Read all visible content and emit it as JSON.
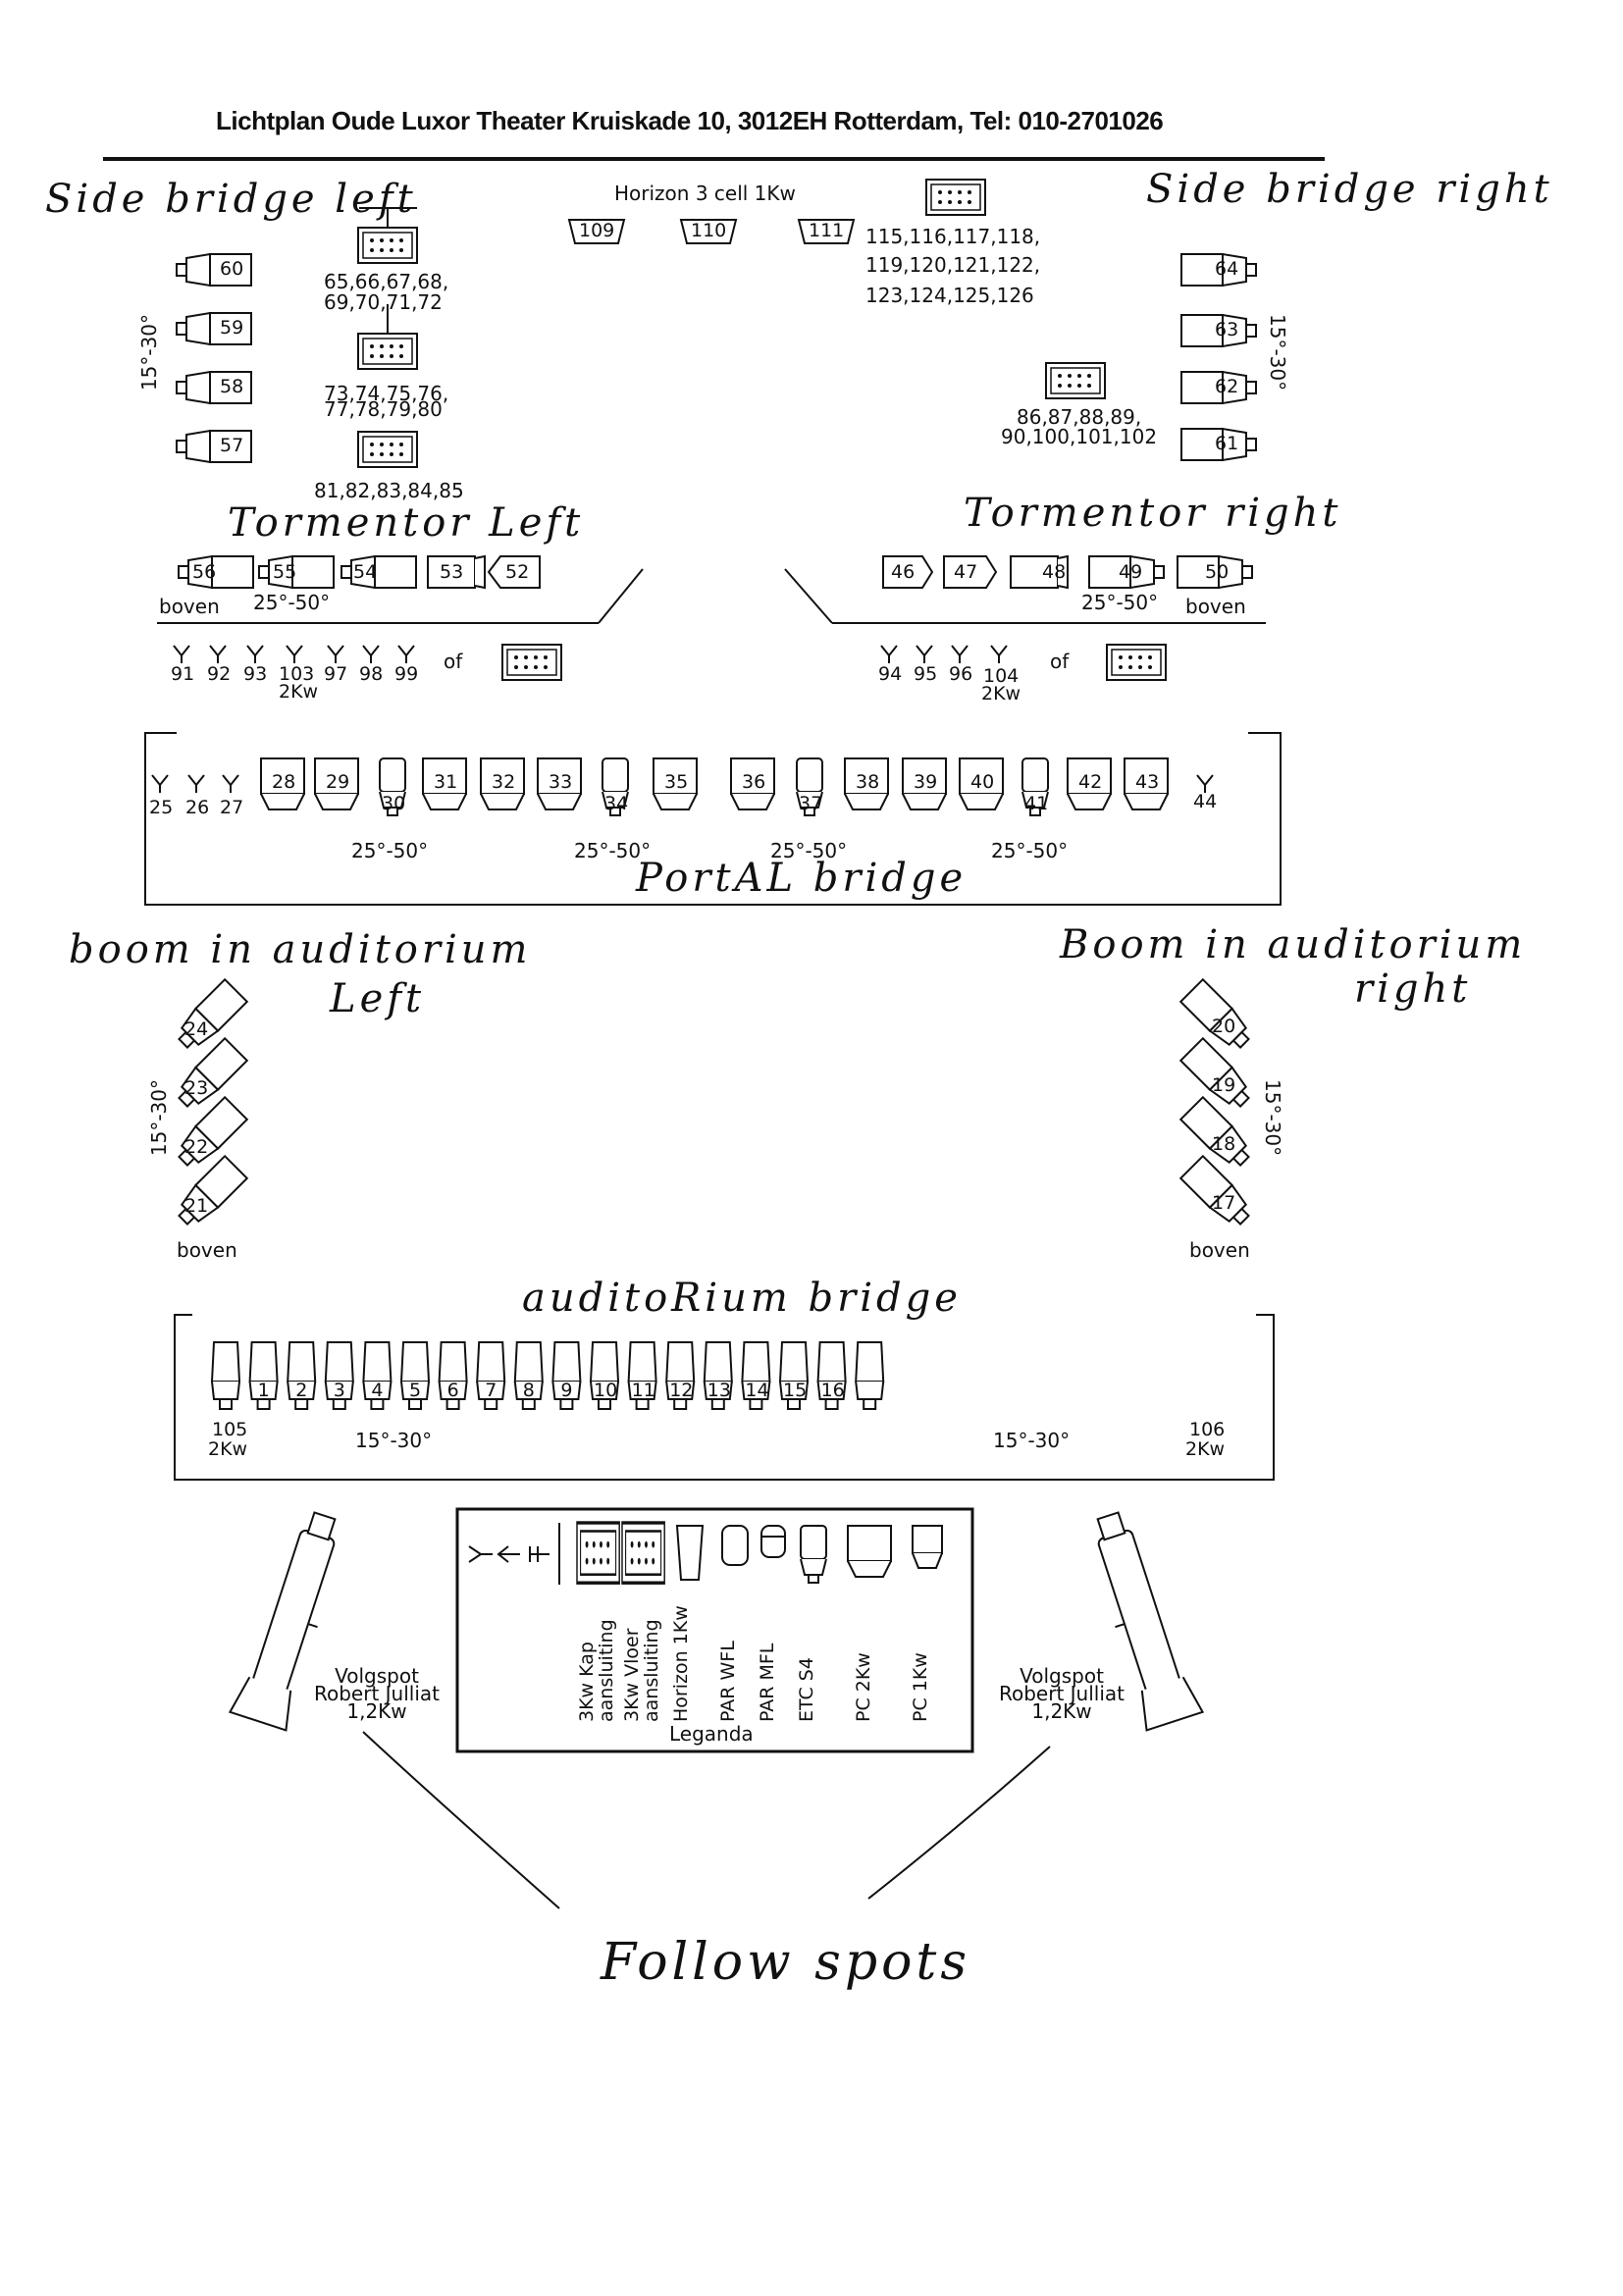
{
  "header": {
    "title": "Lichtplan Oude Luxor Theater Kruiskade 10, 3012EH Rotterdam, Tel: 010-2701026"
  },
  "sections": {
    "side_left": "Side bridge left",
    "side_right": "Side bridge right",
    "tormentor_left": "Tormentor Left",
    "tormentor_right": "Tormentor right",
    "portal": "PortAL bridge",
    "boom_left_1": "boom in auditorium",
    "boom_left_2": "Left",
    "boom_right_1": "Boom in auditorium",
    "boom_right_2": "right",
    "auditorium_bridge": "auditoRium bridge",
    "follow_spots": "Follow spots"
  },
  "horizon": {
    "label": "Horizon 3 cell 1Kw",
    "units": [
      "109",
      "110",
      "111"
    ],
    "cyc_right_1": "115,116,117,118,",
    "cyc_right_2": "119,120,121,122,",
    "cyc_right_3": "123,124,125,126"
  },
  "side_left": {
    "units": [
      "60",
      "59",
      "58",
      "57"
    ],
    "angle": "15°-30°",
    "box1_1": "65,66,67,68,",
    "box1_2": "69,70,71,72",
    "box2_1": "73,74,75,76,",
    "box2_2": "77,78,79,80",
    "box3_1": "81,82,83,84,85"
  },
  "side_right": {
    "units": [
      "64",
      "63",
      "62",
      "61"
    ],
    "angle": "15°-30°",
    "box_1": "86,87,88,89,",
    "box_2": "90,100,101,102"
  },
  "tormentor_left": {
    "units": [
      "56",
      "55",
      "54",
      "53",
      "52"
    ],
    "boven": "boven",
    "angle": "25°-50°",
    "pars": [
      "91",
      "92",
      "93",
      "103",
      "97",
      "98",
      "99"
    ],
    "kw": "2Kw",
    "of": "of"
  },
  "tormentor_right": {
    "units": [
      "46",
      "47",
      "48",
      "49",
      "50"
    ],
    "boven": "boven",
    "angle": "25°-50°",
    "pars": [
      "94",
      "95",
      "96",
      "104"
    ],
    "kw": "2Kw",
    "of": "of"
  },
  "portal": {
    "pars_left": [
      "25",
      "26",
      "27"
    ],
    "units": [
      "28",
      "29",
      "30",
      "31",
      "32",
      "33",
      "34",
      "35",
      "36",
      "37",
      "38",
      "39",
      "40",
      "41",
      "42",
      "43"
    ],
    "par_right": "44",
    "angles": [
      "25°-50°",
      "25°-50°",
      "25°-50°",
      "25°-50°"
    ]
  },
  "boom_left": {
    "units": [
      "24",
      "23",
      "22",
      "21"
    ],
    "angle": "15°-30°",
    "boven": "boven"
  },
  "boom_right": {
    "units": [
      "20",
      "19",
      "18",
      "17"
    ],
    "angle": "15°-30°",
    "boven": "boven"
  },
  "auditorium": {
    "units": [
      "1",
      "2",
      "3",
      "4",
      "5",
      "6",
      "7",
      "8",
      "9",
      "10",
      "11",
      "12",
      "13",
      "14",
      "15",
      "16"
    ],
    "left_num": "105",
    "left_kw": "2Kw",
    "right_num": "106",
    "right_kw": "2Kw",
    "angle_left": "15°-30°",
    "angle_right": "15°-30°"
  },
  "followspot": {
    "l1": "Volgspot",
    "l2": "Robert Julliat",
    "l3": "1,2Kw"
  },
  "legend": {
    "title": "Leganda",
    "items": [
      "3Kw Kap aansluiting",
      "3Kw Vloer aansluiting",
      "Horizon 1Kw",
      "PAR WFL",
      "PAR MFL",
      "ETC S4",
      "PC 2Kw",
      "PC 1Kw"
    ]
  }
}
